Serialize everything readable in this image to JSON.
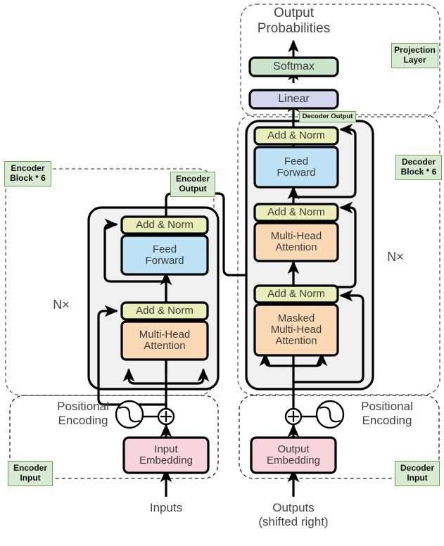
{
  "diagram": {
    "title": "Transformer Architecture",
    "colors": {
      "add_norm": "#eaeeb9",
      "feed_forward": "#bde3f5",
      "attention": "#fbd9b5",
      "embedding": "#f8d4dc",
      "softmax": "#cbe5cb",
      "linear": "#d3d6ec",
      "block_fill": "#f1f1f1",
      "tag_fill": "#d9ead3",
      "tag_border": "#6aa84f",
      "stroke": "#000000",
      "text": "#444444"
    }
  },
  "labels": {
    "output_probabilities": "Output\nProbabilities",
    "softmax": "Softmax",
    "linear": "Linear",
    "add_norm": "Add & Norm",
    "feed_forward": "Feed\nForward",
    "multi_head_attention": "Multi-Head\nAttention",
    "masked_multi_head_attention": "Masked\nMulti-Head\nAttention",
    "input_embedding": "Input\nEmbedding",
    "output_embedding": "Output\nEmbedding",
    "positional_encoding": "Positional\nEncoding",
    "inputs": "Inputs",
    "outputs": "Outputs\n(shifted right)",
    "nx": "N×"
  },
  "tags": {
    "projection_layer": "Projection\nLayer",
    "decoder_output": "Decoder Output",
    "decoder_block": "Decoder\nBlock * 6",
    "encoder_block": "Encoder\nBlock * 6",
    "encoder_output": "Encoder\nOutput",
    "encoder_input": "Encoder\nInput",
    "decoder_input": "Decoder\nInput"
  },
  "encoder": {
    "sublayers": [
      {
        "norm": "Add & Norm",
        "body": "Feed\nForward"
      },
      {
        "norm": "Add & Norm",
        "body": "Multi-Head\nAttention"
      }
    ]
  },
  "decoder": {
    "sublayers": [
      {
        "norm": "Add & Norm",
        "body": "Feed\nForward"
      },
      {
        "norm": "Add & Norm",
        "body": "Multi-Head\nAttention"
      },
      {
        "norm": "Add & Norm",
        "body": "Masked\nMulti-Head\nAttention"
      }
    ]
  }
}
